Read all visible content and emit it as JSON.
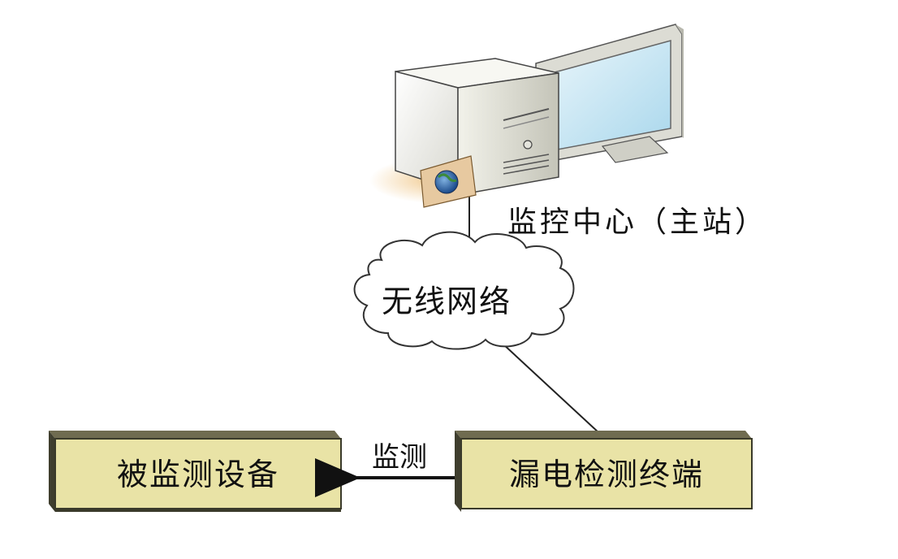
{
  "server": {
    "label": "监控中心（主站）",
    "icon": "desktop-computer-icon"
  },
  "network": {
    "label": "无线网络",
    "icon": "cloud-icon"
  },
  "monitored_device": {
    "label": "被监测设备"
  },
  "leak_terminal": {
    "label": "漏电检测终端"
  },
  "monitor_arrow": {
    "label": "监测"
  },
  "colors": {
    "box_face": "#e9e3a6",
    "box_side": "#4a4a36",
    "box_top": "#6f6b50",
    "line": "#222222",
    "screen": "#bfe3f2"
  }
}
